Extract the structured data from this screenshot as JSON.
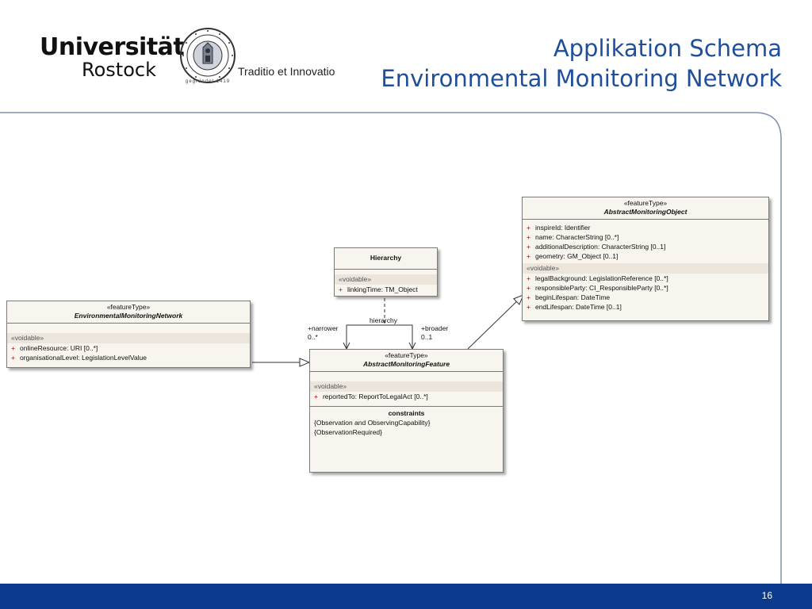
{
  "header": {
    "logo_line1": "Universität",
    "logo_line2": "Rostock",
    "seal_text": "gegründet 1419",
    "motto": "Traditio et Innovatio",
    "title_line1": "Applikation Schema",
    "title_line2": "Environmental Monitoring Network"
  },
  "diagram": {
    "classes": {
      "network": {
        "stereotype": "«featureType»",
        "name": "EnvironmentalMonitoringNetwork",
        "section": "«voidable»",
        "attributes": [
          "onlineResource:  URI [0..*]",
          "organisationalLevel:  LegislationLevelValue"
        ]
      },
      "hierarchy": {
        "name": "Hierarchy",
        "section": "«voidable»",
        "attributes": [
          "linkingTime:  TM_Object"
        ]
      },
      "feature": {
        "stereotype": "«featureType»",
        "name": "AbstractMonitoringFeature",
        "section": "«voidable»",
        "attributes": [
          "reportedTo:  ReportToLegalAct [0..*]"
        ],
        "constraints_title": "constraints",
        "constraints": [
          "{Observation and ObservingCapability}",
          "{ObservationRequired}"
        ]
      },
      "object": {
        "stereotype": "«featureType»",
        "name": "AbstractMonitoringObject",
        "attributes": [
          "inspireId:  Identifier",
          "name:  CharacterString [0..*]",
          "additionalDescription:  CharacterString [0..1]",
          "geometry:  GM_Object [0..1]"
        ],
        "section": "«voidable»",
        "voidable_attributes": [
          "legalBackground:  LegislationReference [0..*]",
          "responsibleParty:  CI_ResponsibleParty [0..*]",
          "beginLifespan:  DateTime",
          "endLifespan:  DateTime [0..1]"
        ]
      }
    },
    "association": {
      "name": "hierarchy",
      "narrower_role": "+narrower",
      "narrower_mult": "0..*",
      "broader_role": "+broader",
      "broader_mult": "0..1"
    },
    "attr_marker": "+"
  },
  "footer": {
    "page_number": "16",
    "bar_color": "#0c3b8e"
  },
  "colors": {
    "title": "#1f4e9c",
    "class_fill": "#f8f4ee"
  }
}
